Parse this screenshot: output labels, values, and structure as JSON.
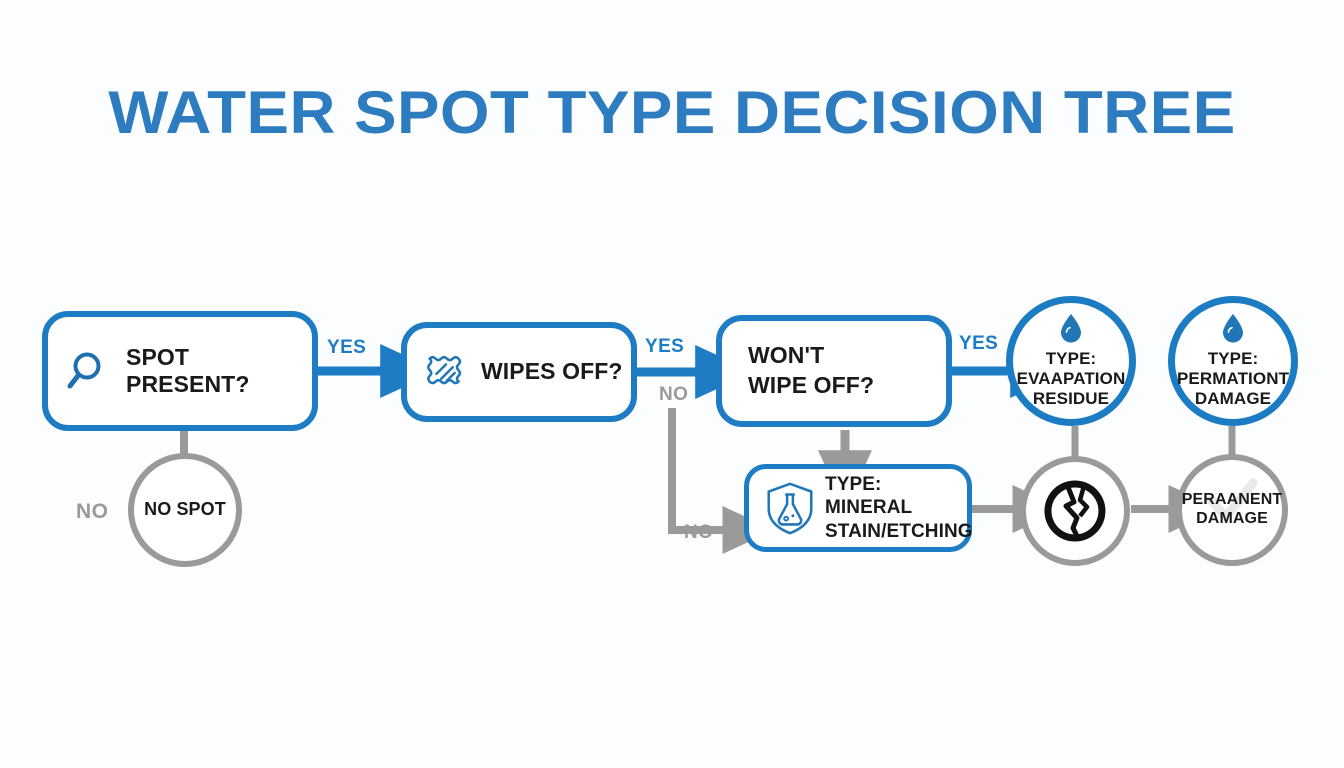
{
  "title": "WATER SPOT TYPE DECISION TREE",
  "theme": {
    "accent_blue": "#1d7cc4",
    "title_blue": "#2e7cc0",
    "gray": "#9a9a9a",
    "text_black": "#1a1a1a",
    "background": "#fcfdfe"
  },
  "nodes": {
    "spot_present": {
      "label": "SPOT PRESENT?",
      "icon": "magnifier-icon",
      "shape": "rounded-box",
      "color": "blue"
    },
    "wipes_off": {
      "label": "WIPES OFF?",
      "icon": "wipe-cloth-icon",
      "shape": "rounded-box",
      "color": "blue"
    },
    "wont_wipe_off": {
      "label": "WON'T\nWIPE OFF?",
      "icon": "none",
      "shape": "rounded-box",
      "color": "blue"
    },
    "mineral_stain": {
      "label": "TYPE: MINERAL\nSTAIN/ETCHING",
      "icon": "shield-flask-icon",
      "shape": "rounded-box",
      "color": "blue"
    },
    "no_spot": {
      "label": "NO SPOT",
      "icon": "none",
      "shape": "circle",
      "color": "gray"
    },
    "evaporation": {
      "label": "TYPE:\nEVAAPATION\nRESIDUE",
      "icon": "water-drop-icon",
      "shape": "circle",
      "color": "blue"
    },
    "permanent": {
      "label": "TYPE:\nPERMATIONT\nDAMAGE",
      "icon": "water-drop-icon",
      "shape": "circle",
      "color": "blue"
    },
    "cracked": {
      "label": "",
      "icon": "cracked-circle-icon",
      "shape": "circle",
      "color": "gray"
    },
    "permanent_damage": {
      "label": "PERAANENT\nDAMAGE",
      "icon": "check-ghost-icon",
      "shape": "circle",
      "color": "gray"
    }
  },
  "edges": [
    {
      "from": "spot_present",
      "to": "wipes_off",
      "label": "YES",
      "color": "blue"
    },
    {
      "from": "spot_present",
      "to": "no_spot",
      "label": "NO",
      "color": "gray"
    },
    {
      "from": "wipes_off",
      "to": "wont_wipe_off",
      "label": "YES",
      "color": "blue"
    },
    {
      "from": "wipes_off",
      "to": "mineral_stain",
      "label": "NO",
      "color": "gray"
    },
    {
      "from": "wipes_off",
      "to": "mineral_stain",
      "label": "NO",
      "color": "gray"
    },
    {
      "from": "wont_wipe_off",
      "to": "evaporation",
      "label": "YES",
      "color": "blue"
    },
    {
      "from": "wont_wipe_off",
      "to": "mineral_stain",
      "label": "",
      "color": "gray"
    },
    {
      "from": "evaporation",
      "to": "cracked",
      "label": "",
      "color": "gray"
    },
    {
      "from": "permanent",
      "to": "permanent_damage",
      "label": "",
      "color": "gray"
    },
    {
      "from": "mineral_stain",
      "to": "cracked",
      "label": "",
      "color": "gray"
    },
    {
      "from": "cracked",
      "to": "permanent_damage",
      "label": "",
      "color": "gray"
    }
  ],
  "edge_labels": {
    "yes1": "YES",
    "yes2": "YES",
    "yes3": "YES",
    "no_wipes": "NO",
    "no_mineral": "NO",
    "no_spot": "NO"
  }
}
